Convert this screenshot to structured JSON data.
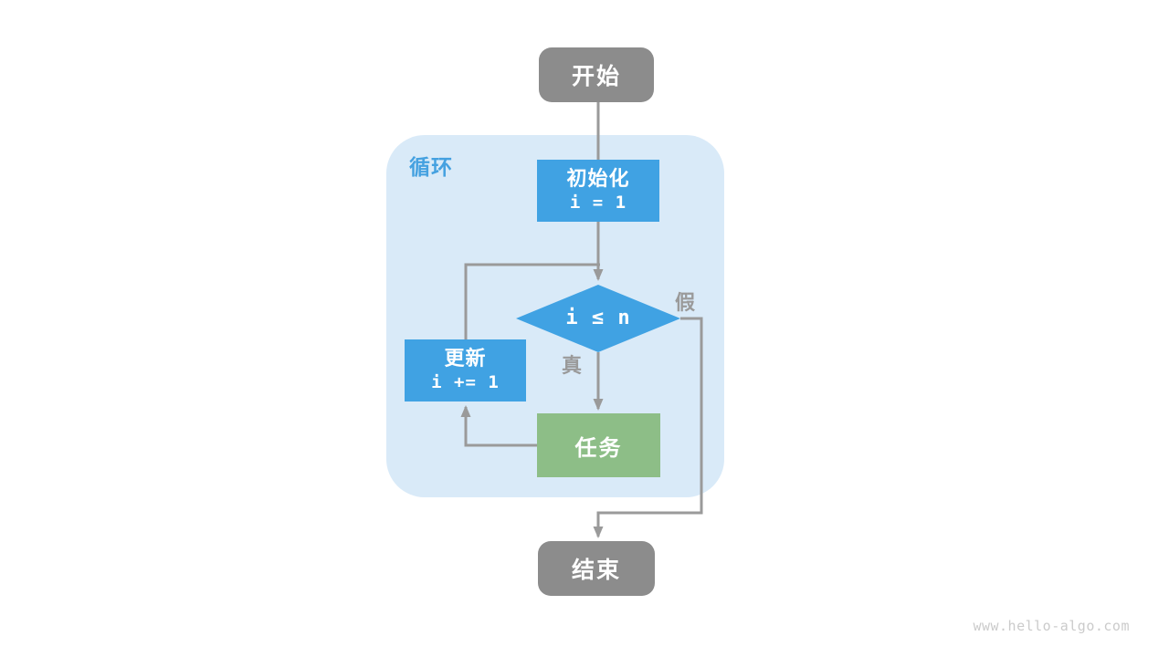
{
  "diagram": {
    "loop_label": "循环",
    "nodes": {
      "start": {
        "label": "开始"
      },
      "init": {
        "label": "初始化",
        "code": "i = 1"
      },
      "condition": {
        "code": "i ≤ n"
      },
      "task": {
        "label": "任务"
      },
      "update": {
        "label": "更新",
        "code": "i += 1"
      },
      "end": {
        "label": "结束"
      }
    },
    "edge_labels": {
      "true_branch": "真",
      "false_branch": "假"
    },
    "colors": {
      "terminal_gray": "#8C8C8C",
      "process_blue": "#40A2E3",
      "task_green": "#8DBE87",
      "loop_background": "#D9EAF8",
      "connector_gray": "#9A9A9A",
      "loop_label_blue": "#45A1E0",
      "watermark_gray": "#CBCBCB"
    }
  },
  "footer": {
    "watermark": "www.hello-algo.com"
  }
}
